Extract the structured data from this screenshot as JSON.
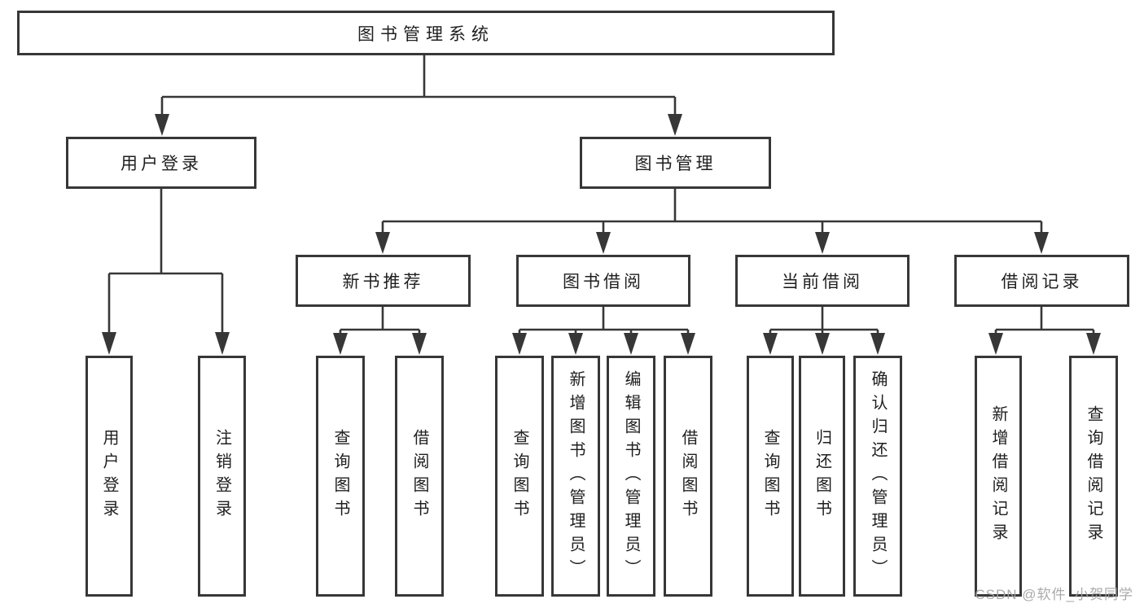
{
  "diagram": {
    "title": "图书管理系统",
    "type": "function-structure-tree",
    "hierarchy": {
      "label": "图书管理系统",
      "children": [
        {
          "label": "用户登录",
          "children": [
            {
              "label": "用户登录"
            },
            {
              "label": "注销登录"
            }
          ]
        },
        {
          "label": "图书管理",
          "children": [
            {
              "label": "新书推荐",
              "children": [
                {
                  "label": "查询图书"
                },
                {
                  "label": "借阅图书"
                }
              ]
            },
            {
              "label": "图书借阅",
              "children": [
                {
                  "label": "查询图书"
                },
                {
                  "label": "新增图书（管理员）"
                },
                {
                  "label": "编辑图书（管理员）"
                },
                {
                  "label": "借阅图书"
                }
              ]
            },
            {
              "label": "当前借阅",
              "children": [
                {
                  "label": "查询图书"
                },
                {
                  "label": "归还图书"
                },
                {
                  "label": "确认归还（管理员）"
                }
              ]
            },
            {
              "label": "借阅记录",
              "children": [
                {
                  "label": "新增借阅记录"
                },
                {
                  "label": "查询借阅记录"
                }
              ]
            }
          ]
        }
      ]
    }
  },
  "nodes": {
    "root": "图书管理系统",
    "user_login": "用户登录",
    "book_management": "图书管理",
    "new_book_recommend": "新书推荐",
    "book_borrow": "图书借阅",
    "current_borrow": "当前借阅",
    "borrow_records": "借阅记录",
    "leaf_user_login": "用户登录",
    "leaf_logout": "注销登录",
    "leaf_rec_query_books": "查询图书",
    "leaf_rec_borrow_books": "借阅图书",
    "leaf_bb_query_books": "查询图书",
    "leaf_bb_add_books": "新增图书（管理员）",
    "leaf_bb_edit_books": "编辑图书（管理员）",
    "leaf_bb_borrow_books": "借阅图书",
    "leaf_cb_query_books": "查询图书",
    "leaf_cb_return_books": "归还图书",
    "leaf_cb_confirm_return": "确认归还（管理员）",
    "leaf_br_add_record": "新增借阅记录",
    "leaf_br_query_record": "查询借阅记录"
  },
  "watermark": {
    "text": "CSDN @软件_小贺同学"
  },
  "colors": {
    "line": "#373737",
    "box_border": "#373737",
    "text": "#1f1f1f",
    "watermark": "#a3a3a3",
    "background": "#ffffff"
  }
}
